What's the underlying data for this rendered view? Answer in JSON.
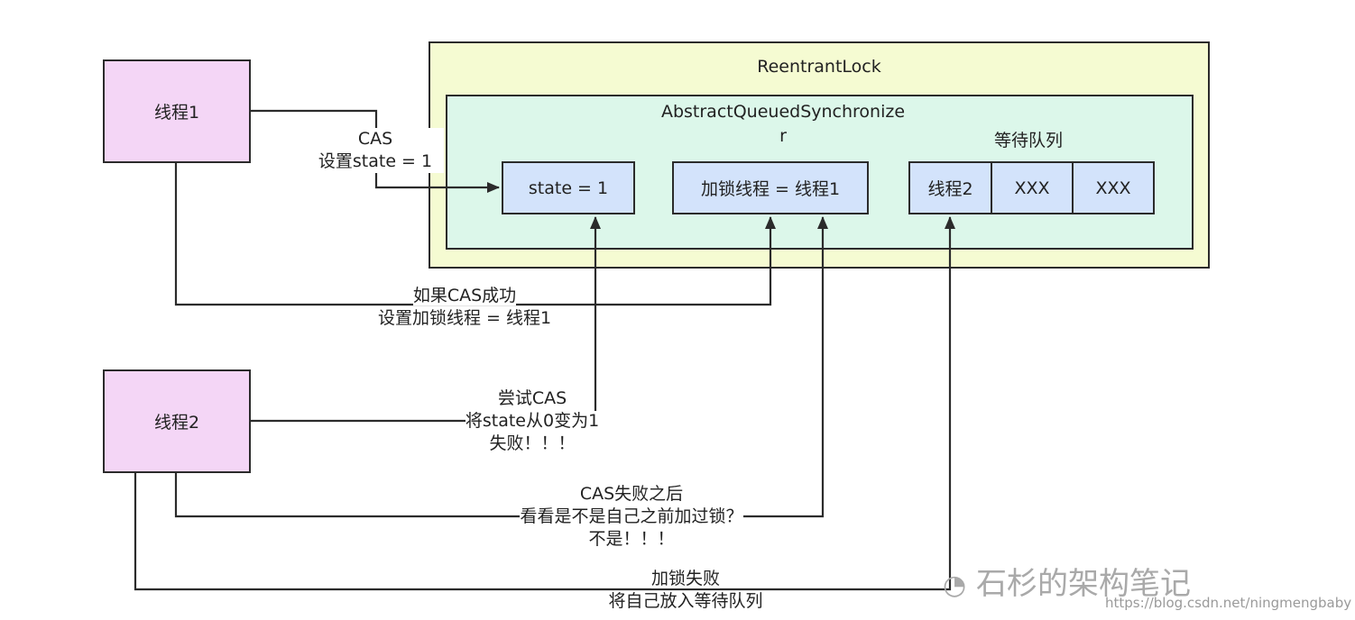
{
  "title": "ReentrantLock",
  "aqs": {
    "title_line1": "AbstractQueuedSynchronize",
    "title_line2": "r",
    "state": "state = 1",
    "lock_owner": "加锁线程 = 线程1",
    "queue_label": "等待队列",
    "queue": [
      "线程2",
      "XXX",
      "XXX"
    ]
  },
  "threads": {
    "t1": "线程1",
    "t2": "线程2"
  },
  "annotations": {
    "cas": {
      "line1": "CAS",
      "line2": "设置state = 1"
    },
    "cas_success": {
      "line1": "如果CAS成功",
      "line2": "设置加锁线程 = 线程1"
    },
    "try_cas": {
      "line1": "尝试CAS",
      "line2": "将state从0变为1",
      "line3": "失败！！！"
    },
    "after_fail": {
      "line1": "CAS失败之后",
      "line2": "看看是不是自己之前加过锁？",
      "line3": "不是！！！"
    },
    "lock_fail": {
      "line1": "加锁失败",
      "line2": "将自己放入等待队列"
    }
  },
  "watermark": {
    "brand": "石杉的架构笔记",
    "url": "https://blog.csdn.net/ningmengbaby"
  },
  "colors": {
    "thread": "#f4d6f6",
    "outer": "#f5fbd2",
    "inner": "#dcf7ea",
    "field": "#d3e3fb",
    "line": "#2b2b2b"
  }
}
